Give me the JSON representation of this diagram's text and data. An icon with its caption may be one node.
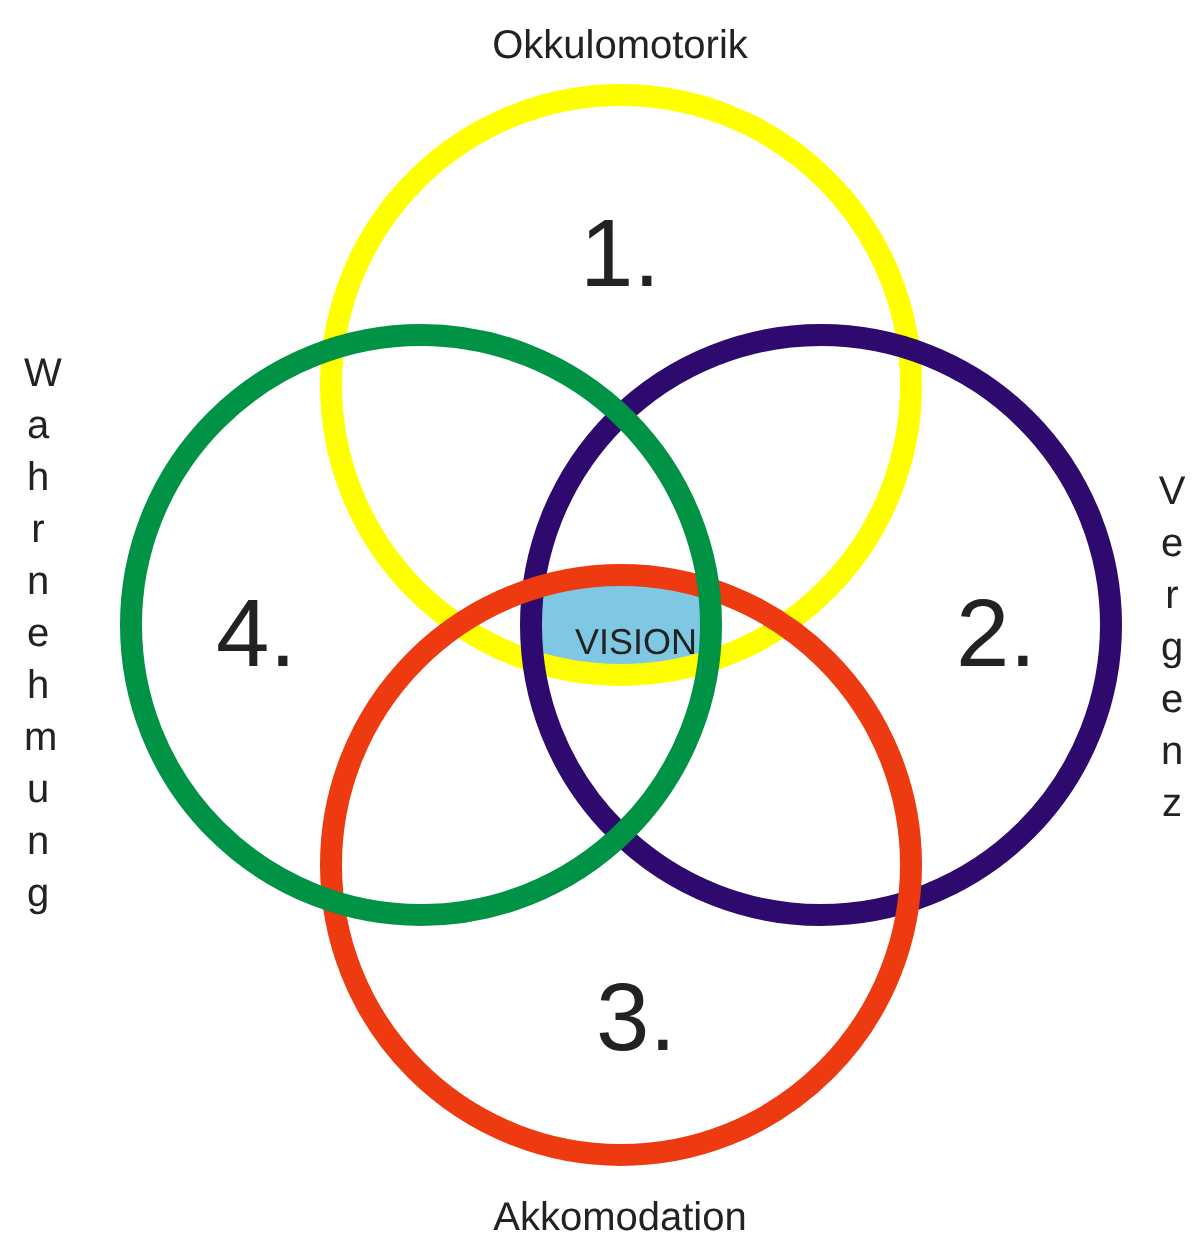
{
  "diagram": {
    "nodes": [
      {
        "text": [
          "Okkulomotorik",
          "1."
        ]
      },
      {
        "text": [
          "2.",
          "Vergenz"
        ]
      },
      {
        "text": [
          "3.",
          "Akkomodation"
        ]
      },
      {
        "text": [
          "Wahrnehmung",
          "4."
        ]
      },
      {
        "text": [
          "VISION"
        ]
      }
    ]
  }
}
